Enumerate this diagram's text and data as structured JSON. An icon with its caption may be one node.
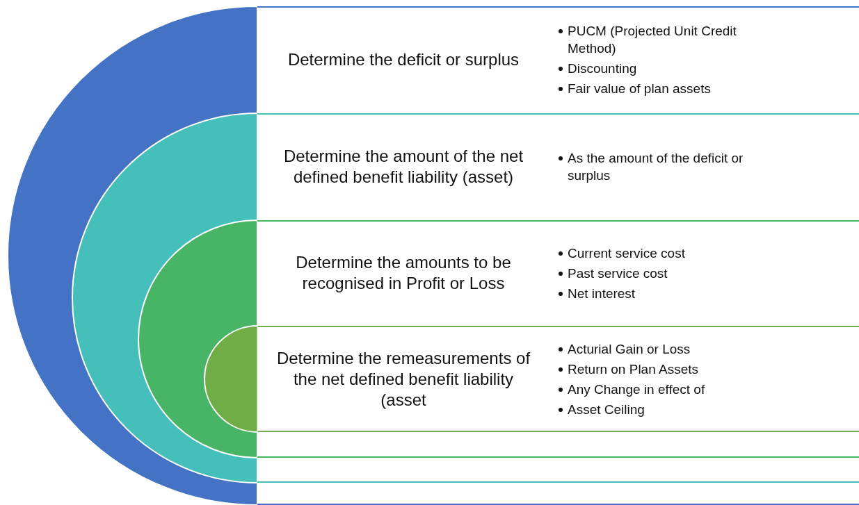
{
  "diagram": {
    "nodes": [
      {
        "text": [
          "Determine the deficit or surplus",
          "PUCM (Projected Unit Credit Method)",
          "Discounting",
          "Fair value of plan assets"
        ]
      },
      {
        "text": [
          "Determine the amount of the net defined benefit liability (asset)",
          "As the amount of the deficit or surplus"
        ],
        "in": 0
      },
      {
        "text": [
          "Determine the amounts to be recognised in Profit or Loss",
          "Current service cost",
          "Past service cost",
          "Net interest"
        ],
        "in": 1
      },
      {
        "text": [
          "Determine the remeasurements of the net defined benefit liability (asset",
          "Acturial Gain or Loss",
          "Return on Plan Assets",
          "Any Change in effect of",
          "Asset Ceiling"
        ],
        "in": 2
      }
    ]
  }
}
